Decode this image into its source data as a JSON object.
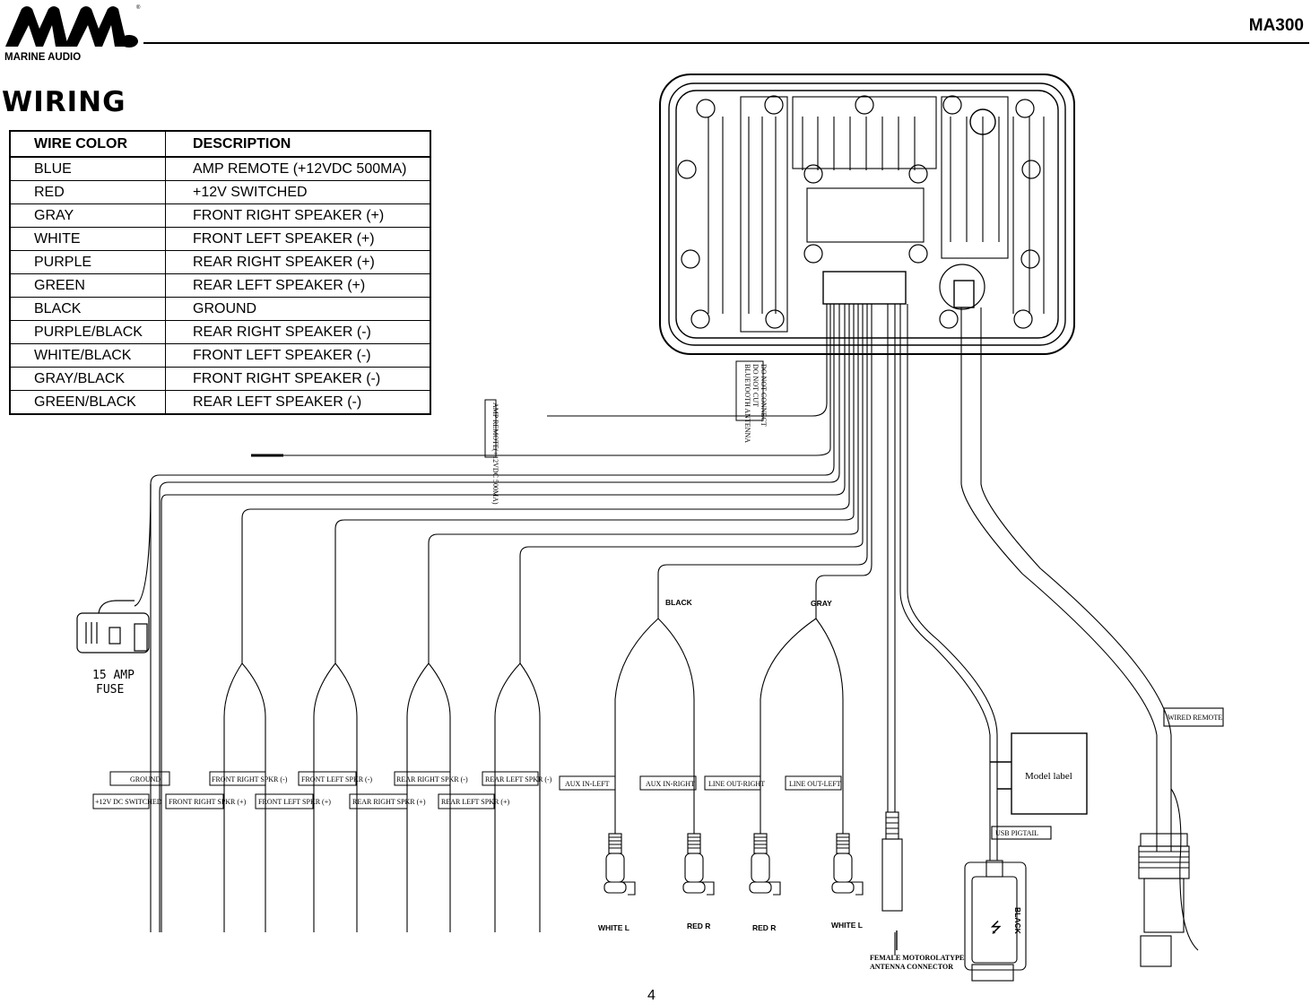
{
  "header": {
    "brand_name": "MARINE AUDIO",
    "model": "MA300"
  },
  "section_title": "WIRING",
  "wire_table": {
    "headers": [
      "WIRE COLOR",
      "DESCRIPTION"
    ],
    "rows": [
      [
        "BLUE",
        "AMP REMOTE (+12VDC 500MA)"
      ],
      [
        "RED",
        "+12V SWITCHED"
      ],
      [
        "GRAY",
        "FRONT RIGHT SPEAKER (+)"
      ],
      [
        "WHITE",
        "FRONT LEFT SPEAKER (+)"
      ],
      [
        "PURPLE",
        "REAR RIGHT SPEAKER (+)"
      ],
      [
        "GREEN",
        "REAR LEFT SPEAKER (+)"
      ],
      [
        "BLACK",
        "GROUND"
      ],
      [
        "PURPLE/BLACK",
        "REAR RIGHT SPEAKER (-)"
      ],
      [
        "WHITE/BLACK",
        "FRONT LEFT SPEAKER (-)"
      ],
      [
        "GRAY/BLACK",
        "FRONT RIGHT SPEAKER (-)"
      ],
      [
        "GREEN/BLACK",
        "REAR LEFT SPEAKER (-)"
      ]
    ]
  },
  "diagram": {
    "bluetooth_tag": [
      "BLUETOOTH ANTENNA",
      "DO NOT CUT",
      "DO NOT CONNECT"
    ],
    "amp_tag": "AMP REMOTE(+12VDC 500MA)",
    "fuse_label": [
      "15 AMP",
      "FUSE"
    ],
    "wire_tags_top": [
      "GROUND",
      "FRONT RIGHT SPKR (-)",
      "FRONT LEFT SPKR (-)",
      "REAR RIGHT SPKR (-)",
      "REAR LEFT SPKR (-)"
    ],
    "wire_tags_bottom": [
      "+12V DC SWITCHED",
      "FRONT RIGHT SPKR (+)",
      "FRONT LEFT SPKR (+)",
      "REAR RIGHT SPKR (+)",
      "REAR LEFT SPKR (+)"
    ],
    "rca_group_labels": [
      "BLACK",
      "GRAY"
    ],
    "rca_tags": [
      "AUX IN-LEFT",
      "AUX IN-RIGHT",
      "LINE OUT-RIGHT",
      "LINE OUT-LEFT"
    ],
    "rca_plug_labels": [
      "WHITE  L",
      "RED  R",
      "RED  R",
      "WHITE  L"
    ],
    "antenna_label": [
      "FEMALE MOTOROLATYPE",
      "ANTENNA CONNECTOR"
    ],
    "model_label": "Model  label",
    "usb_tag": "USB PIGTAIL",
    "usb_color": "BLACK",
    "remote_tag": "WIRED REMOTE"
  },
  "page_number": "4"
}
